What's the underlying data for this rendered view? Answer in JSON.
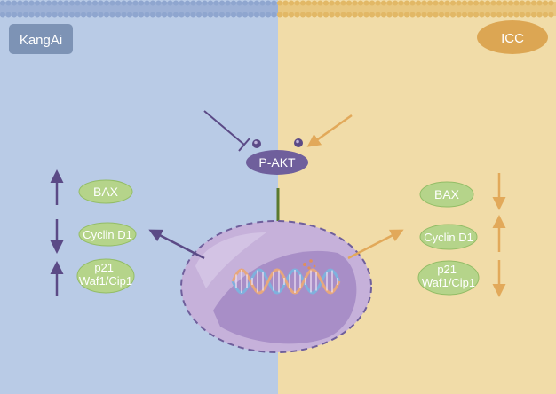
{
  "colors": {
    "left_panel": "#b9cbe6",
    "right_panel": "#f1dca8",
    "membrane_blue": "#8fa6cf",
    "membrane_gold": "#e2b866",
    "purple": "#5b4a86",
    "gold_arrow": "#e2a95a",
    "green_arrow": "#5a7a2f",
    "green_box": "#b5d48a",
    "green_box_stroke": "#93bd66",
    "pakt_fill": "#6f5f9c",
    "kangai_badge": "#7d93b5",
    "icc_badge": "#dca653",
    "nucleus_fill": "#c6b1da",
    "nucleus_inner": "#a48bc4"
  },
  "left_panel": {
    "badge": "KangAi",
    "markers": [
      "BAX",
      "Cyclin D1",
      "p21\nWaf1/Cip1"
    ],
    "marker_directions": [
      "up",
      "down",
      "up"
    ]
  },
  "right_panel": {
    "badge": "ICC",
    "markers": [
      "BAX",
      "Cyclin D1",
      "p21\nWaf1/Cip1"
    ],
    "marker_directions": [
      "down",
      "up",
      "down"
    ]
  },
  "center": {
    "node": "P-AKT",
    "left_input": "inhibition",
    "right_input": "activation"
  }
}
